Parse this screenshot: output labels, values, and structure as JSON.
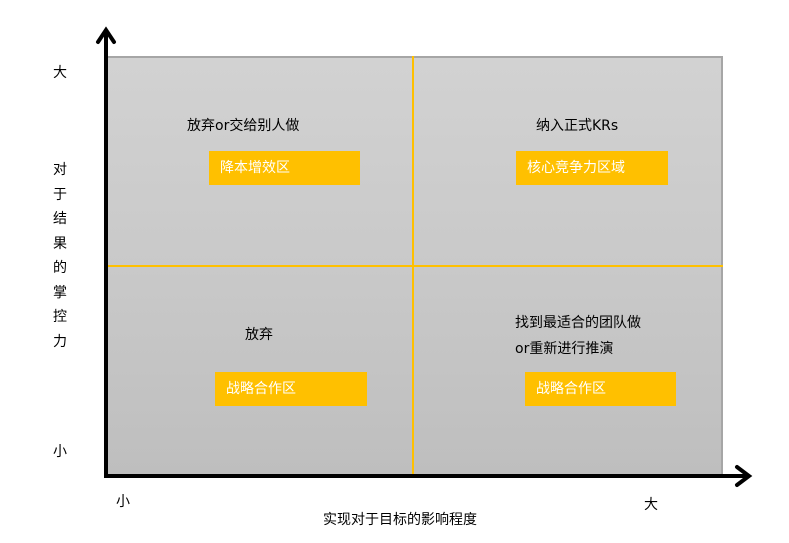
{
  "diagram": {
    "type": "quadrant-matrix",
    "colors": {
      "accent": "#FFC000",
      "plot_background": "#C9C9C9",
      "plot_border": "#A6A6A6",
      "axis": "#000000"
    },
    "y_axis": {
      "title": "对于结果的掌控力",
      "title_chars": [
        "对",
        "于",
        "结",
        "果",
        "的",
        "掌",
        "控",
        "力"
      ],
      "high_label": "大",
      "low_label": "小"
    },
    "x_axis": {
      "title": "实现对于目标的影响程度",
      "low_label": "小",
      "high_label": "大"
    },
    "quadrants": {
      "top_left": {
        "action": "放弃or交给别人做",
        "zone": "降本增效区"
      },
      "top_right": {
        "action": "纳入正式KRs",
        "zone": "核心竞争力区域"
      },
      "bottom_left": {
        "action": "放弃",
        "zone": "战略合作区"
      },
      "bottom_right": {
        "action_line1": "找到最适合的团队做",
        "action_line2": "or重新进行推演",
        "zone": "战略合作区"
      }
    }
  }
}
